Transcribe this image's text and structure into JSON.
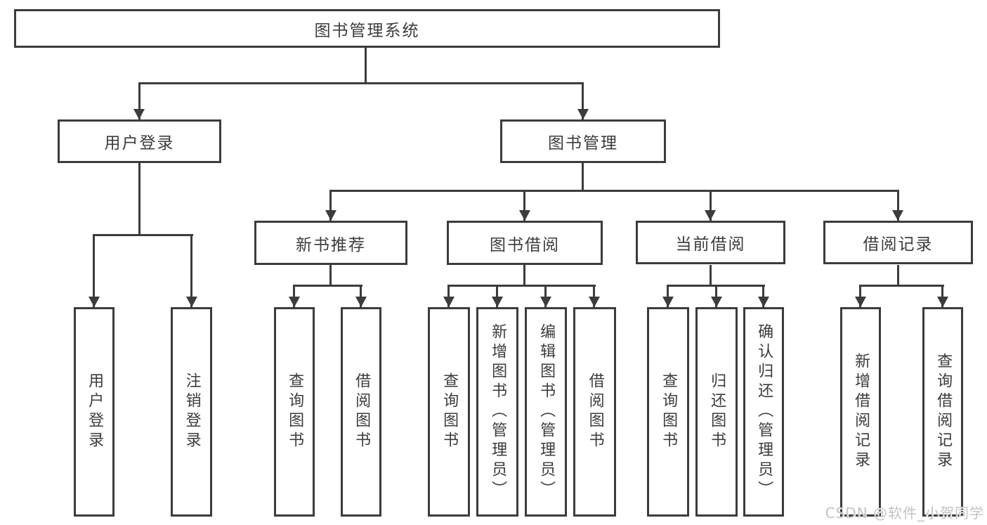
{
  "diagram": {
    "root": {
      "label": "图书管理系统"
    },
    "level2": [
      {
        "label": "用户登录"
      },
      {
        "label": "图书管理"
      }
    ],
    "level3": [
      {
        "label": "新书推荐"
      },
      {
        "label": "图书借阅"
      },
      {
        "label": "当前借阅"
      },
      {
        "label": "借阅记录"
      }
    ],
    "leaves": [
      {
        "label": "用户登录",
        "parent": "用户登录"
      },
      {
        "label": "注销登录",
        "parent": "用户登录"
      },
      {
        "label": "查询图书",
        "parent": "新书推荐"
      },
      {
        "label": "借阅图书",
        "parent": "新书推荐"
      },
      {
        "label": "查询图书",
        "parent": "图书借阅"
      },
      {
        "label": "新增图书（管理员）",
        "parent": "图书借阅"
      },
      {
        "label": "编辑图书（管理员）",
        "parent": "图书借阅"
      },
      {
        "label": "借阅图书",
        "parent": "图书借阅"
      },
      {
        "label": "查询图书",
        "parent": "当前借阅"
      },
      {
        "label": "归还图书",
        "parent": "当前借阅"
      },
      {
        "label": "确认归还（管理员）",
        "parent": "当前借阅"
      },
      {
        "label": "新增借阅记录",
        "parent": "借阅记录"
      },
      {
        "label": "查询借阅记录",
        "parent": "借阅记录"
      }
    ]
  },
  "watermark": {
    "text": "CSDN @软件_小贺同学"
  },
  "colors": {
    "line": "#3c3c3c",
    "text": "#3c3c3c",
    "watermark": "#c3c3c6",
    "background": "#ffffff"
  }
}
